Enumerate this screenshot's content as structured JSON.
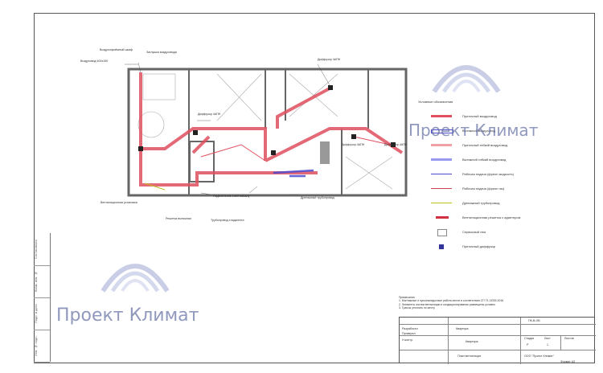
{
  "watermark": {
    "text": "Проект Климат"
  },
  "plan_labels": {
    "top_left_1": "Воздухоприёмный шкаф",
    "top_left_2": "Воздуховод 400х150",
    "top_center": "Заглушка воздуховода",
    "diffuser_1": "Диффузор 4АПН",
    "diffuser_2": "Диффузор 4АПН",
    "diffuser_3": "Диффузор 4АПН",
    "diffuser_4": "Диффузор 4АПН",
    "note_a": "Вентиляционная установка",
    "note_b": "Решетка вытяжная",
    "note_c": "Подключение к вентканалу",
    "note_d": "Дренажный трубопровод",
    "note_e": "Трубопровод хладагента"
  },
  "legend": {
    "title": "Условные обозначения",
    "items": [
      {
        "label": "Приточный воздуховод",
        "color": "#e05060"
      },
      {
        "label": "Вытяжной воздуховод",
        "color": "#4a4ad0"
      },
      {
        "label": "Приточный гибкий воздуховод",
        "color": "#f2a0a8"
      },
      {
        "label": "Вытяжной гибкий воздуховод",
        "color": "#9a9af0"
      },
      {
        "label": "Рабочая подача (фреон жидкость)",
        "color": "#4a4ad0"
      },
      {
        "label": "Рабочая подача (фреон газ)",
        "color": "#d04050"
      },
      {
        "label": "Дренажный трубопровод",
        "color": "#c0c020"
      },
      {
        "label": "Вентиляционная решетка с адаптером",
        "color": "#d03040"
      },
      {
        "label": "Сервисный люк",
        "color": "#888888"
      },
      {
        "label": "Приточный диффузор",
        "color": "#333399"
      }
    ]
  },
  "notes": {
    "title": "Примечания",
    "line1": "1. Монтажные и пусконаладочные работы вести в соответствии СП 73.13330.2016",
    "line2": "2. Элементы систем вентиляции и кондиционирования размещены условно",
    "line3": "3. Трассы уточнять по месту"
  },
  "stamp": {
    "code": "ПК-В-ОВ",
    "object_title": "Квартира",
    "sheet_title": "План вентиляции",
    "stage_label": "Стадия",
    "sheet_label": "Лист",
    "sheets_label": "Листов",
    "stage": "Р",
    "sheet": "1",
    "company": "ООО \"Проект Климат\"",
    "role1": "Разработал",
    "role2": "Проверил",
    "role3": "Н.контр.",
    "format": "Формат А3"
  },
  "side_strip": {
    "cell1": "Согласовано",
    "cell2": "Взам. инв. №",
    "cell3": "Подп. и дата",
    "cell4": "Инв. № подл."
  }
}
